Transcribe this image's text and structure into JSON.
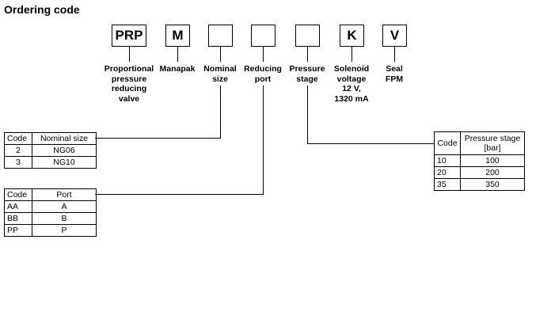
{
  "title": "Ordering code",
  "segments": [
    {
      "box": "PRP",
      "label": [
        "Proportional",
        "pressure",
        "reducing",
        "valve"
      ]
    },
    {
      "box": "M",
      "label": [
        "Manapak"
      ]
    },
    {
      "box": "",
      "label": [
        "Nominal",
        "size"
      ]
    },
    {
      "box": "",
      "label": [
        "Reducing",
        "port"
      ]
    },
    {
      "box": "",
      "label": [
        "Pressure",
        "stage"
      ]
    },
    {
      "box": "K",
      "label": [
        "Solenoid",
        "voltage",
        "12 V,",
        "1320 mA"
      ]
    },
    {
      "box": "V",
      "label": [
        "Seal",
        "FPM"
      ]
    }
  ],
  "nominal_table": {
    "headers": [
      "Code",
      "Nominal size"
    ],
    "rows": [
      [
        "2",
        "NG06"
      ],
      [
        "3",
        "NG10"
      ]
    ]
  },
  "port_table": {
    "headers": [
      "Code",
      "Port"
    ],
    "rows": [
      [
        "AA",
        "A"
      ],
      [
        "BB",
        "B"
      ],
      [
        "PP",
        "P"
      ]
    ]
  },
  "pressure_table": {
    "headers": [
      "Code",
      "Pressure stage",
      "[bar]"
    ],
    "rows": [
      [
        "10",
        "100"
      ],
      [
        "20",
        "200"
      ],
      [
        "35",
        "350"
      ]
    ]
  }
}
